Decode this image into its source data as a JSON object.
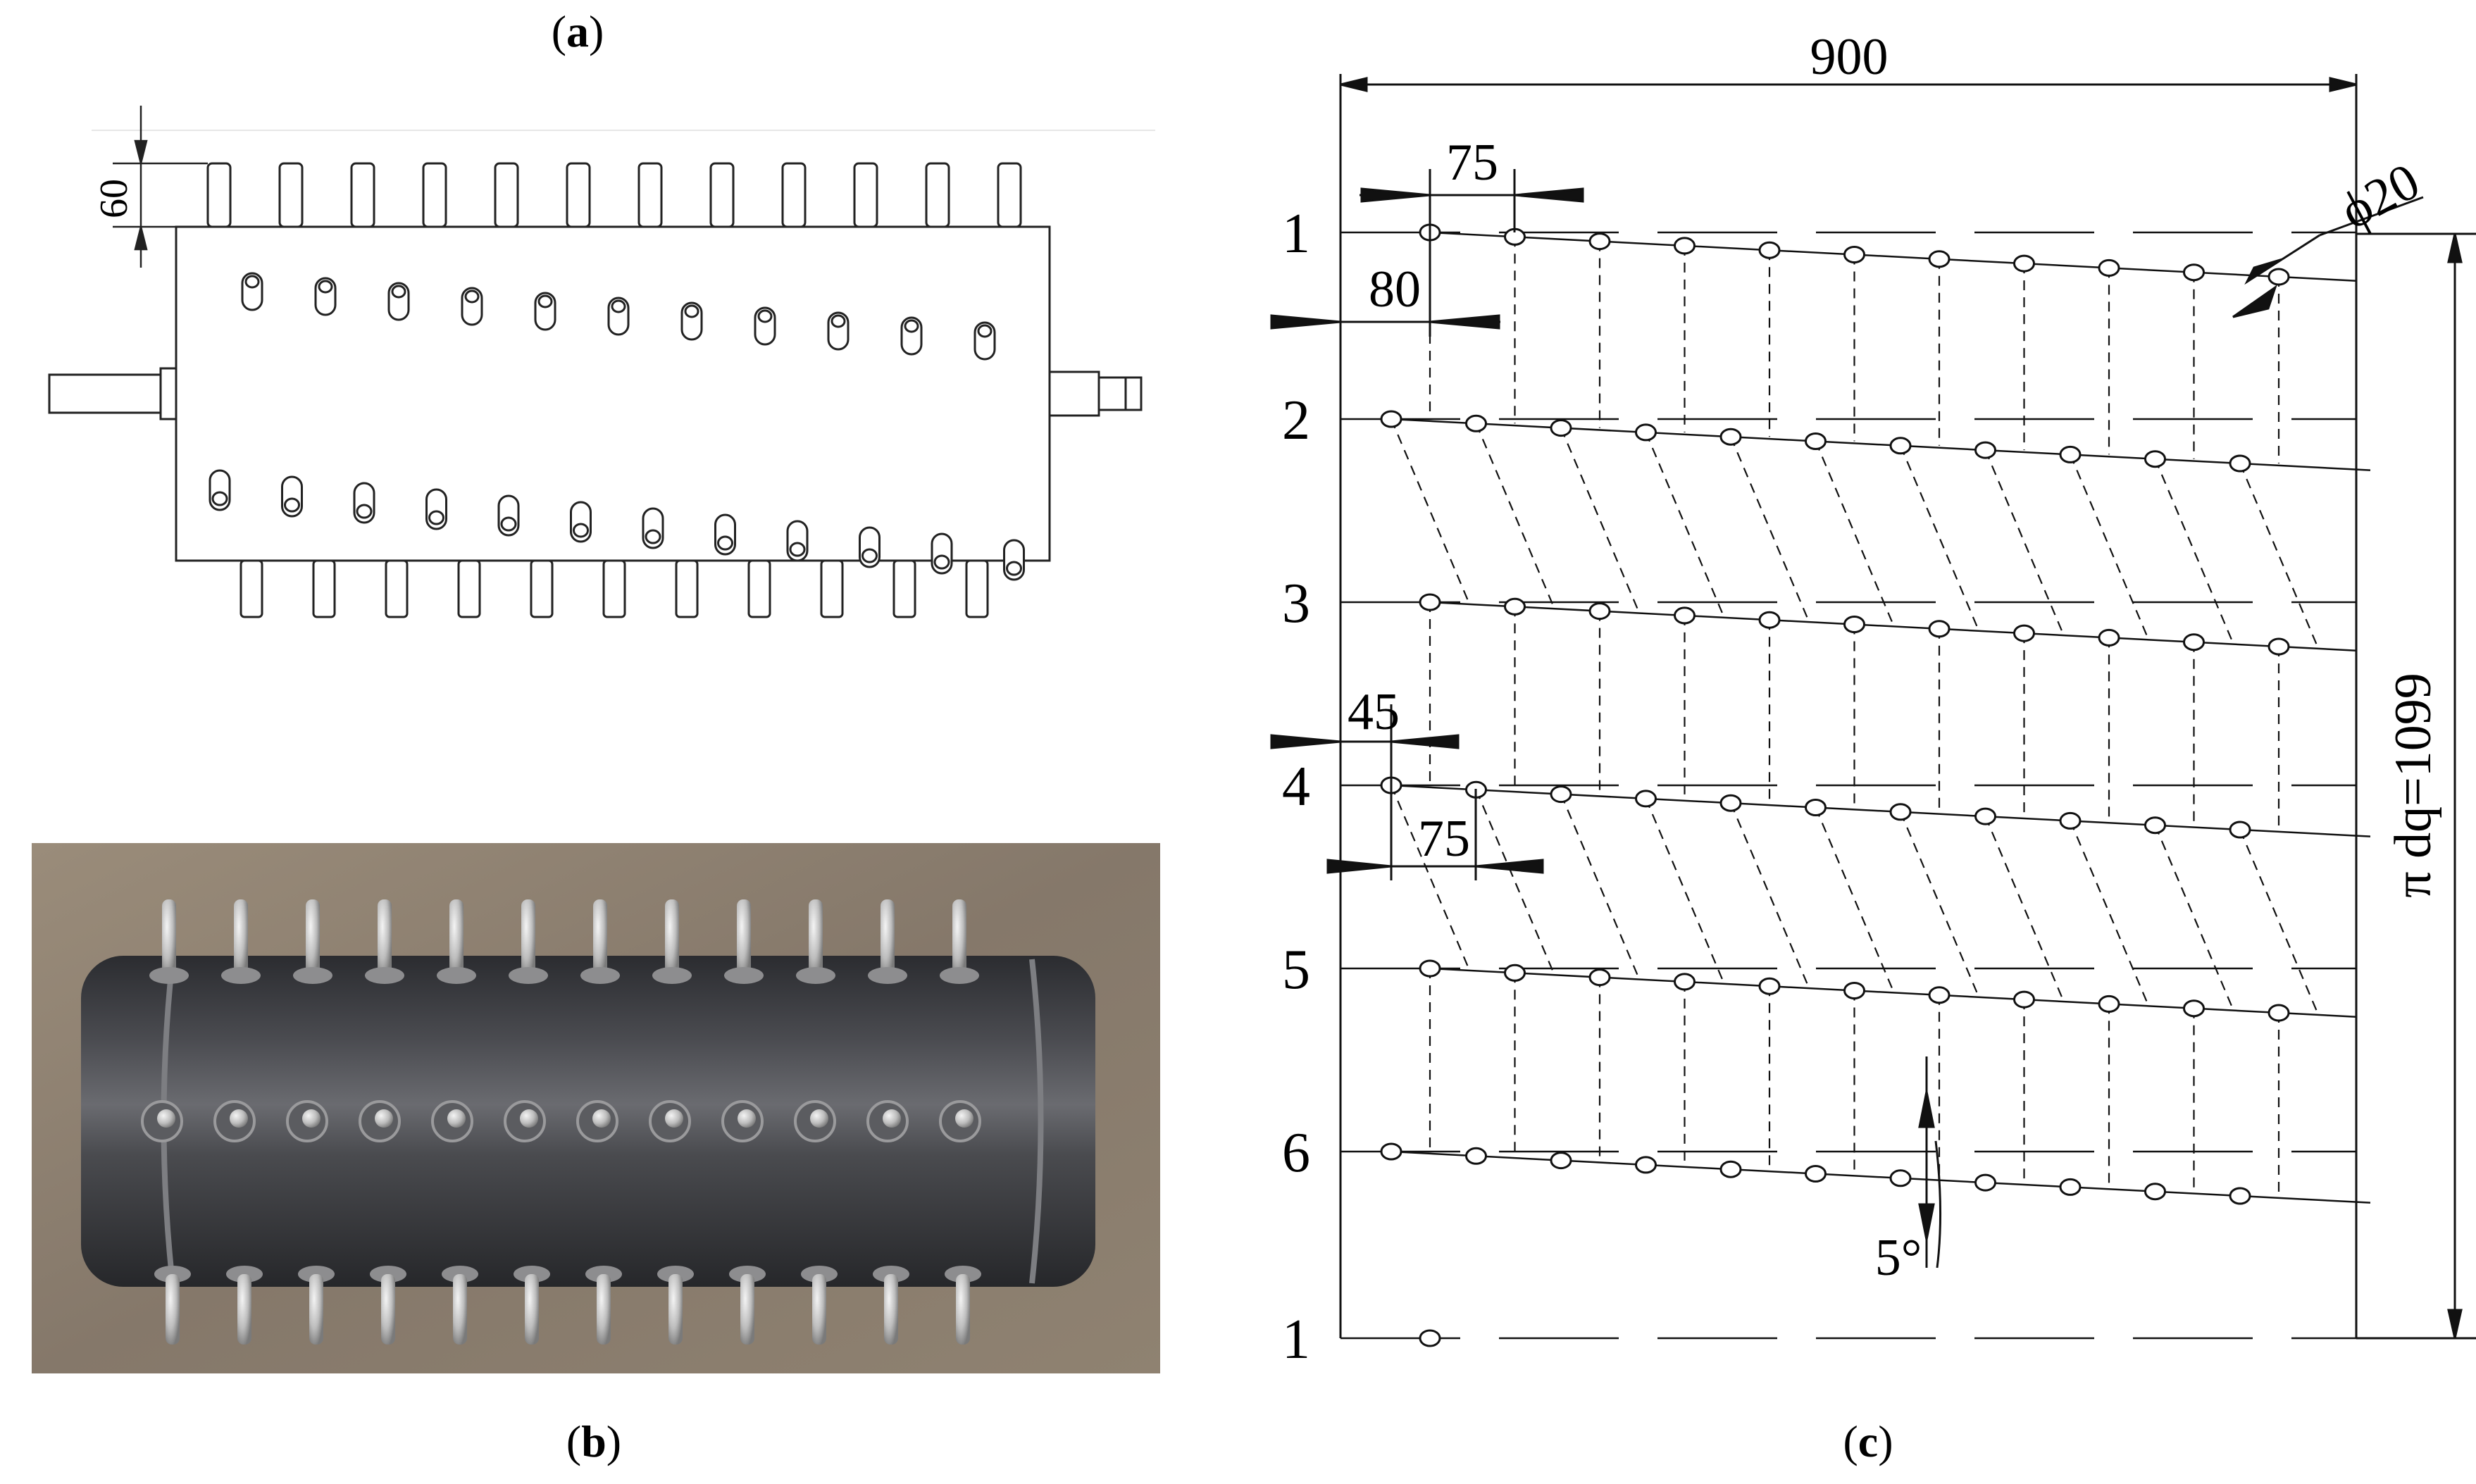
{
  "labels": {
    "a_open": "(",
    "a_letter": "a",
    "a_close": ")",
    "b_open": "(",
    "b_letter": "b",
    "b_close": ")",
    "c_open": "(",
    "c_letter": "c",
    "c_close": ")"
  },
  "drawing_a": {
    "tooth_height": "60",
    "top_teeth": 12,
    "row1_holes": 11,
    "row2_holes": 12,
    "bottom_teeth": 11
  },
  "photo_b": {
    "top_pins": 12,
    "middle_pins": 12,
    "bottom_pins": 12,
    "colors": {
      "background": "#8a7d6c",
      "drum": "#3c3d40",
      "pin": "#cfcfcf"
    }
  },
  "layout_c": {
    "overall_width": "900",
    "tooth_spacing": "75",
    "row1_offset": "80",
    "pin_diameter": "ϕ20",
    "row4_offset": "45",
    "row4_spacing": "75",
    "circumference": "π dq=1099",
    "helix_angle": "5°",
    "row_labels": [
      "1",
      "2",
      "3",
      "4",
      "5",
      "6",
      "1"
    ],
    "pins_per_row": 11
  }
}
